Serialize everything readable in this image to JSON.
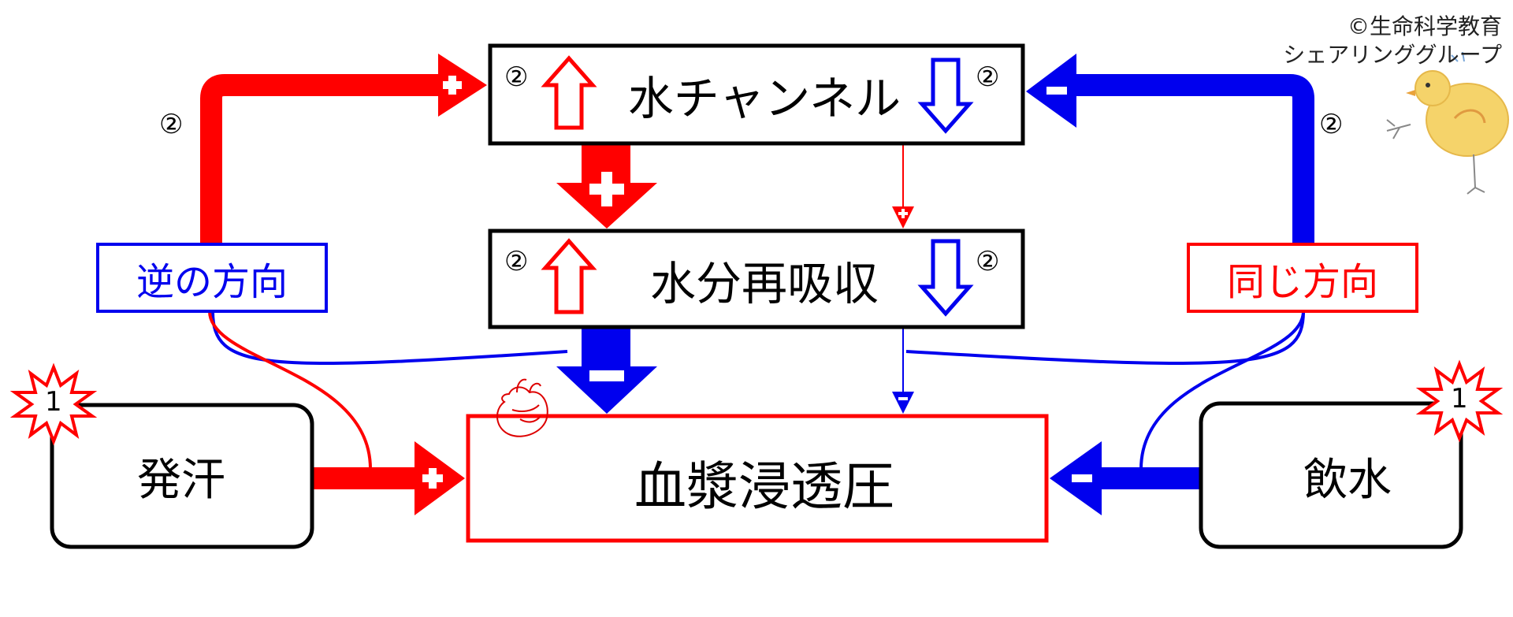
{
  "copyright": {
    "line1": "©生命科学教育",
    "line2": "シェアリンググループ"
  },
  "boxes": {
    "water_channel": "水チャンネル",
    "water_reabsorption": "水分再吸収",
    "plasma_osmolality": "血漿浸透圧",
    "sweating": "発汗",
    "drinking": "飲水",
    "opposite_direction": "逆の方向",
    "same_direction": "同じ方向"
  },
  "markers": {
    "circled_two": "②",
    "step_one": "1"
  },
  "colors": {
    "red": "#ff0000",
    "blue": "#0000ee",
    "black": "#000000"
  }
}
